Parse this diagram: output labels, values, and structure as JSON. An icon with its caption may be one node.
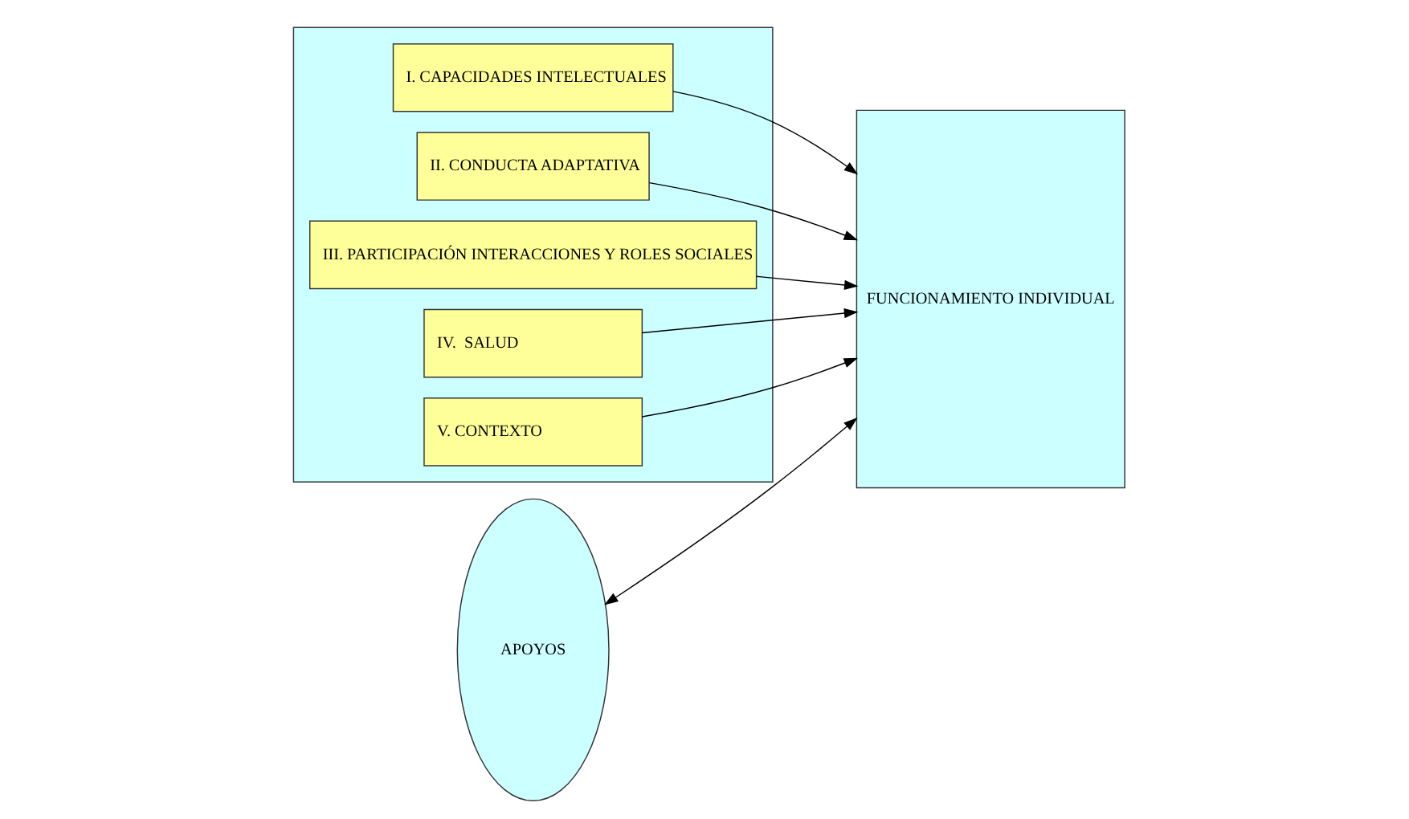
{
  "diagram": {
    "nodes": [
      {
        "text": [],
        "shape": "box"
      },
      {
        "text": [
          "I. CAPACIDADES INTELECTUALES"
        ],
        "in": 0
      },
      {
        "text": [
          "II. CONDUCTA ADAPTATIVA"
        ],
        "in": 0
      },
      {
        "text": [
          "III. PARTICIPACIÓN INTERACCIONES Y ROLES SOCIALES"
        ],
        "in": 0
      },
      {
        "text": [
          "IV.  SALUD"
        ],
        "in": 0
      },
      {
        "text": [
          "V. CONTEXTO"
        ],
        "in": 0
      },
      {
        "text": [
          "APOYOS"
        ]
      },
      {
        "text": [
          "FUNCIONAMIENTO INDIVIDUAL"
        ]
      }
    ],
    "edges": [
      {
        "from": 1,
        "to": 7,
        "arrow": "to"
      },
      {
        "from": 2,
        "to": 7,
        "arrow": "to"
      },
      {
        "from": 3,
        "to": 7,
        "arrow": "to"
      },
      {
        "from": 6,
        "to": 7,
        "arrow": "both"
      },
      {
        "from": 4,
        "to": 7,
        "arrow": "to"
      },
      {
        "from": 5,
        "to": 7,
        "arrow": "to"
      }
    ]
  }
}
